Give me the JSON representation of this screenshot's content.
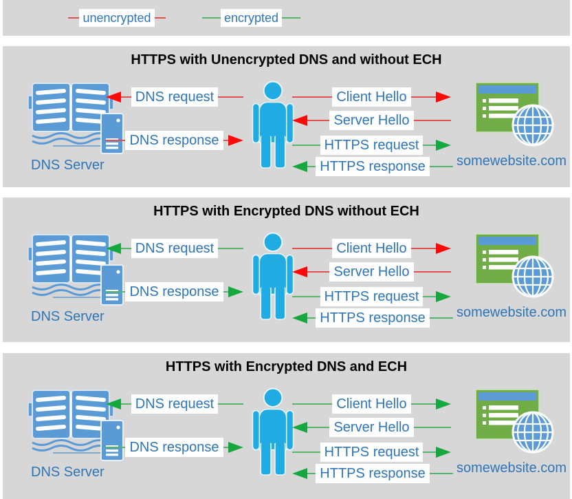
{
  "colors": {
    "panel_bg": "#d7d7d7",
    "label_text": "#2e75b6",
    "unencrypted_line": "#e25050",
    "unencrypted_head": "#fb0a0a",
    "encrypted_line": "#53b56b",
    "encrypted_head": "#16a83e",
    "person_blue": "#20ace3",
    "steel_blue": "#5b9bd5",
    "website_green": "#70ad47",
    "title_text": "#000000"
  },
  "legend": {
    "items": [
      {
        "label": "unencrypted",
        "color": "red"
      },
      {
        "label": "encrypted",
        "color": "green"
      }
    ]
  },
  "panels": [
    {
      "title": "HTTPS with Unencrypted DNS and without ECH",
      "dns_server_label": "DNS Server",
      "website_label": "somewebsite.com",
      "arrows": [
        {
          "label": "DNS request",
          "color": "red",
          "dir": "left"
        },
        {
          "label": "DNS response",
          "color": "red",
          "dir": "right"
        },
        {
          "label": "Client Hello",
          "color": "red",
          "dir": "right"
        },
        {
          "label": "Server Hello",
          "color": "red",
          "dir": "left"
        },
        {
          "label": "HTTPS request",
          "color": "green",
          "dir": "right"
        },
        {
          "label": "HTTPS response",
          "color": "green",
          "dir": "left"
        }
      ]
    },
    {
      "title": "HTTPS with Encrypted DNS without ECH",
      "dns_server_label": "DNS Server",
      "website_label": "somewebsite.com",
      "arrows": [
        {
          "label": "DNS request",
          "color": "green",
          "dir": "left"
        },
        {
          "label": "DNS response",
          "color": "green",
          "dir": "right"
        },
        {
          "label": "Client Hello",
          "color": "red",
          "dir": "right"
        },
        {
          "label": "Server Hello",
          "color": "red",
          "dir": "left"
        },
        {
          "label": "HTTPS request",
          "color": "green",
          "dir": "right"
        },
        {
          "label": "HTTPS response",
          "color": "green",
          "dir": "left"
        }
      ]
    },
    {
      "title": "HTTPS with Encrypted DNS and ECH",
      "dns_server_label": "DNS Server",
      "website_label": "somewebsite.com",
      "arrows": [
        {
          "label": "DNS request",
          "color": "green",
          "dir": "left"
        },
        {
          "label": "DNS response",
          "color": "green",
          "dir": "right"
        },
        {
          "label": "Client Hello",
          "color": "green",
          "dir": "right"
        },
        {
          "label": "Server Hello",
          "color": "green",
          "dir": "left"
        },
        {
          "label": "HTTPS request",
          "color": "green",
          "dir": "right"
        },
        {
          "label": "HTTPS response",
          "color": "green",
          "dir": "left"
        }
      ]
    }
  ]
}
